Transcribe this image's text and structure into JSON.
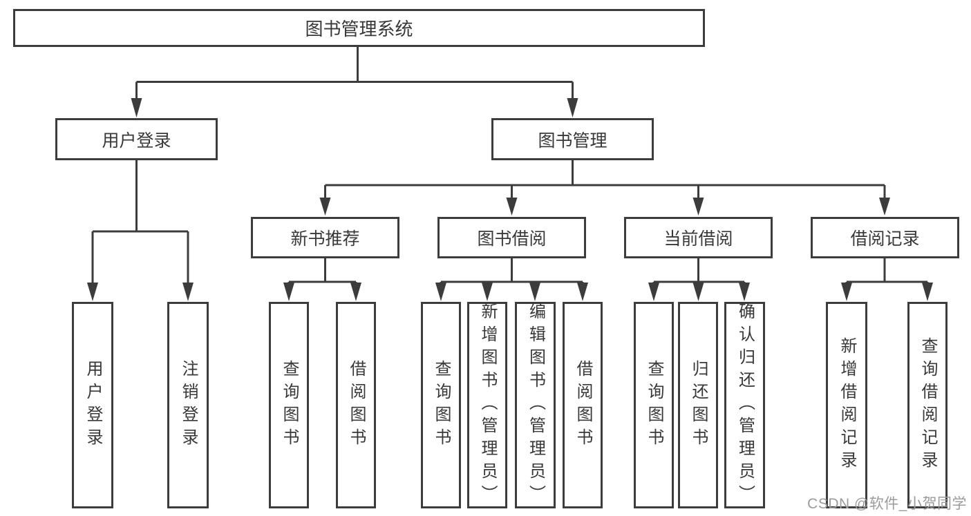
{
  "colors": {
    "line": "#3c3c3c",
    "text": "#383838",
    "box_background": "#ffffff",
    "watermark": "#9b9b9b"
  },
  "tree": {
    "root": {
      "label": "图书管理系统"
    },
    "level1": [
      {
        "id": "user-login",
        "label": "用户登录"
      },
      {
        "id": "book-management",
        "label": "图书管理"
      }
    ],
    "level2": [
      {
        "id": "new-book-recommend",
        "label": "新书推荐"
      },
      {
        "id": "book-borrowing",
        "label": "图书借阅"
      },
      {
        "id": "current-borrowing",
        "label": "当前借阅"
      },
      {
        "id": "borrowing-records",
        "label": "借阅记录"
      }
    ],
    "leaves": [
      {
        "id": "user-login-leaf",
        "parent": "user-login",
        "label": "用户登录"
      },
      {
        "id": "logout",
        "parent": "user-login",
        "label": "注销登录"
      },
      {
        "id": "query-books-recommend",
        "parent": "new-book-recommend",
        "label": "查询图书"
      },
      {
        "id": "borrow-books-recommend",
        "parent": "new-book-recommend",
        "label": "借阅图书"
      },
      {
        "id": "query-books-borrowing",
        "parent": "book-borrowing",
        "label": "查询图书"
      },
      {
        "id": "add-books-admin",
        "parent": "book-borrowing",
        "label": "新增图书（管理员）"
      },
      {
        "id": "edit-books-admin",
        "parent": "book-borrowing",
        "label": "编辑图书（管理员）"
      },
      {
        "id": "borrow-books",
        "parent": "book-borrowing",
        "label": "借阅图书"
      },
      {
        "id": "query-books-current",
        "parent": "current-borrowing",
        "label": "查询图书"
      },
      {
        "id": "return-books",
        "parent": "current-borrowing",
        "label": "归还图书"
      },
      {
        "id": "confirm-return-admin",
        "parent": "current-borrowing",
        "label": "确认归还（管理员）"
      },
      {
        "id": "add-borrow-record",
        "parent": "borrowing-records",
        "label": "新增借阅记录"
      },
      {
        "id": "query-borrow-record",
        "parent": "borrowing-records",
        "label": "查询借阅记录"
      }
    ]
  },
  "watermark": {
    "text": "CSDN @软件_小贺同学"
  }
}
